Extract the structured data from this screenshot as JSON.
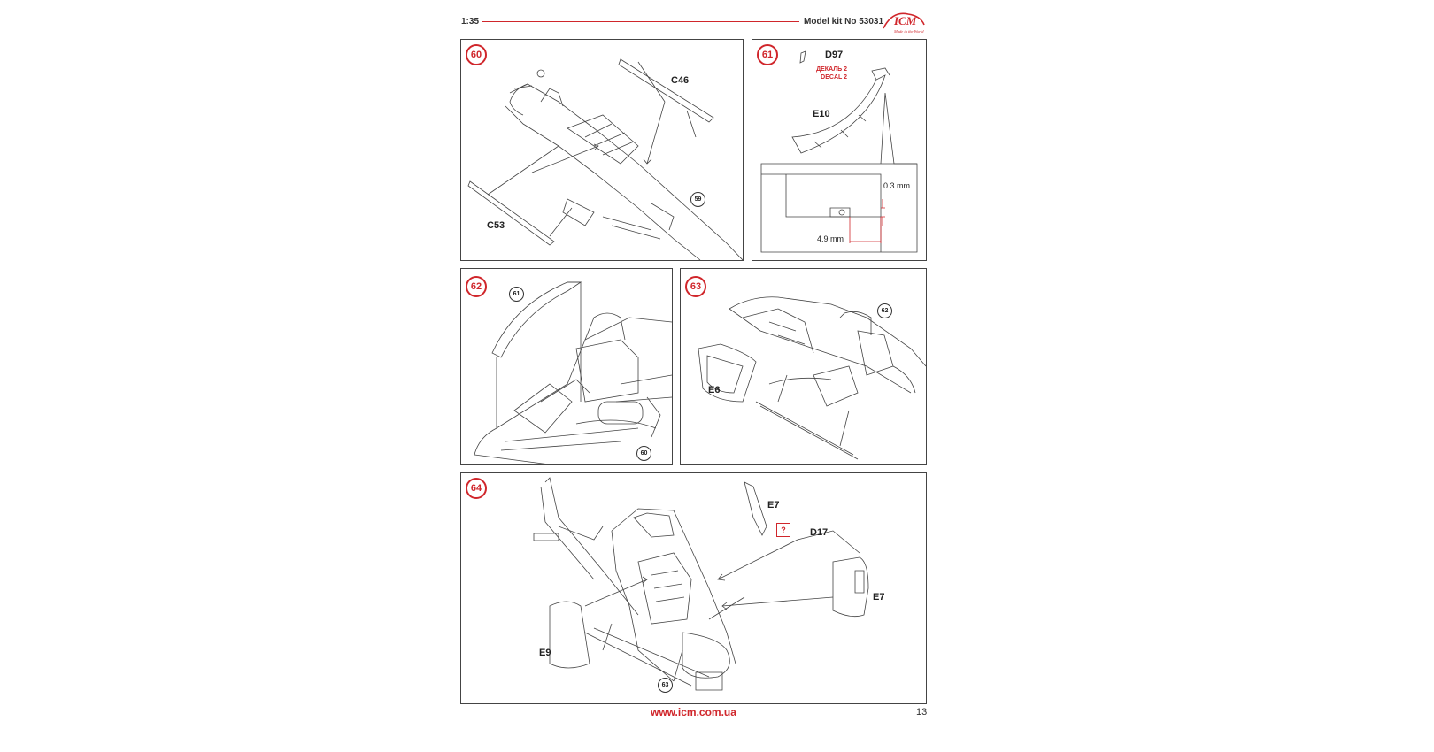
{
  "header": {
    "scale": "1:35",
    "model_kit": "Model kit No 53031",
    "logo_text": "ICM",
    "logo_tagline": "Made in the World"
  },
  "steps": [
    {
      "number": "60",
      "refs": [
        "59"
      ],
      "parts": [
        "C46",
        "C53"
      ]
    },
    {
      "number": "61",
      "parts": [
        "D97",
        "E10"
      ],
      "decal_ru": "ДЕКАЛЬ 2",
      "decal_en": "DECAL 2",
      "measure_1": "0.3 mm",
      "measure_2": "4.9 mm"
    },
    {
      "number": "62",
      "refs": [
        "61",
        "60"
      ]
    },
    {
      "number": "63",
      "refs": [
        "62"
      ],
      "parts": [
        "E6"
      ]
    },
    {
      "number": "64",
      "refs": [
        "63"
      ],
      "parts": [
        "E7",
        "D17",
        "E7",
        "E9"
      ],
      "question": "?"
    }
  ],
  "footer": {
    "url": "www.icm.com.ua",
    "page_number": "13"
  },
  "colors": {
    "accent": "#d0262b",
    "line": "#444444"
  },
  "icons": [
    "icm-logo-icon"
  ]
}
